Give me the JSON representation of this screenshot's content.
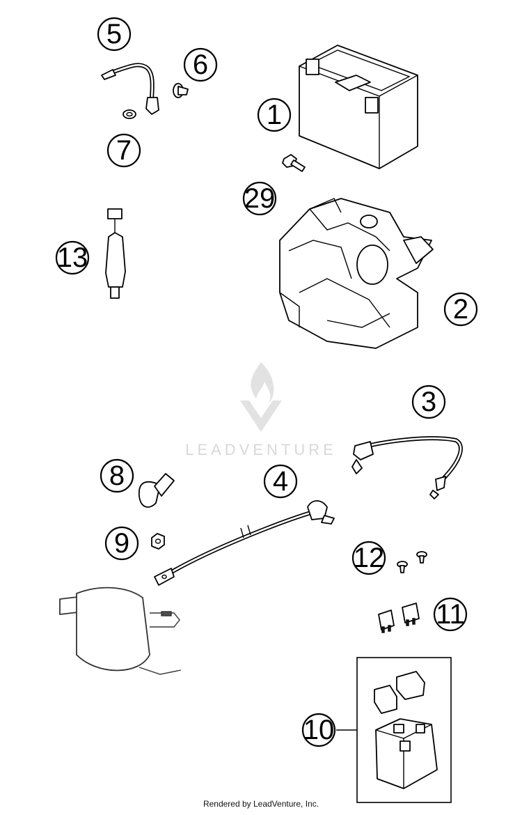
{
  "callouts": [
    {
      "label": "5"
    },
    {
      "label": "6"
    },
    {
      "label": "1"
    },
    {
      "label": "7"
    },
    {
      "label": "29"
    },
    {
      "label": "13"
    },
    {
      "label": "2"
    },
    {
      "label": "3"
    },
    {
      "label": "8"
    },
    {
      "label": "4"
    },
    {
      "label": "9"
    },
    {
      "label": "12"
    },
    {
      "label": "11"
    },
    {
      "label": "10"
    }
  ],
  "watermark": {
    "text": "LEADVENTURE"
  },
  "footer": {
    "text": "Rendered by LeadVenture, Inc."
  }
}
